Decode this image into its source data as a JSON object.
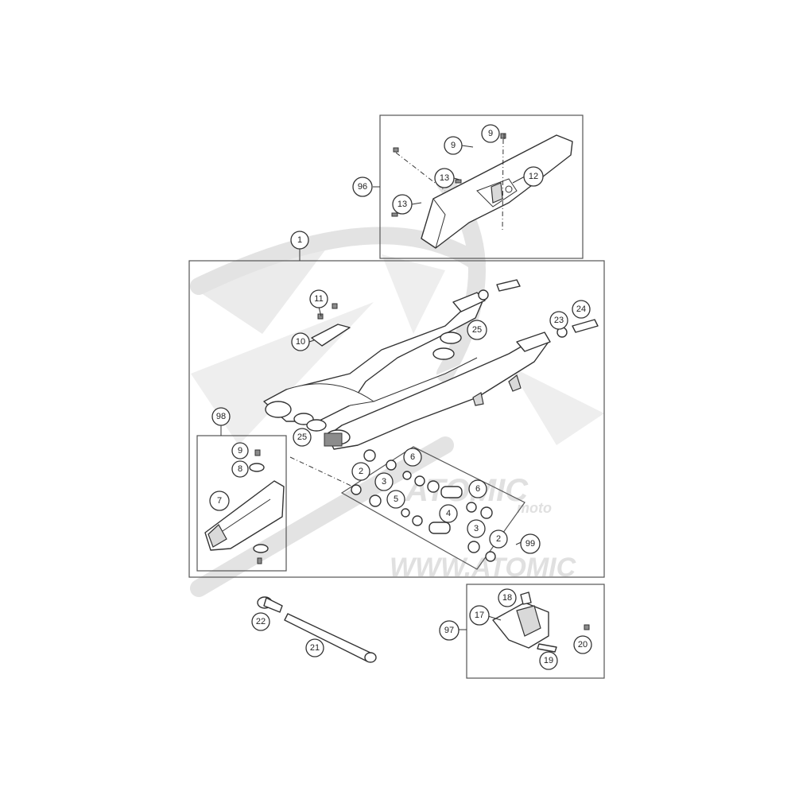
{
  "watermark": {
    "brand": "ATOMIC",
    "sub": "moto",
    "url": "WWW.ATOMIC"
  },
  "callouts": [
    {
      "id": "c-1",
      "label": "1"
    },
    {
      "id": "c-96",
      "label": "96"
    },
    {
      "id": "c-9a",
      "label": "9"
    },
    {
      "id": "c-9b",
      "label": "9"
    },
    {
      "id": "c-13a",
      "label": "13"
    },
    {
      "id": "c-13b",
      "label": "13"
    },
    {
      "id": "c-12",
      "label": "12"
    },
    {
      "id": "c-11",
      "label": "11"
    },
    {
      "id": "c-10",
      "label": "10"
    },
    {
      "id": "c-25a",
      "label": "25"
    },
    {
      "id": "c-25b",
      "label": "25"
    },
    {
      "id": "c-23",
      "label": "23"
    },
    {
      "id": "c-24",
      "label": "24"
    },
    {
      "id": "c-98",
      "label": "98"
    },
    {
      "id": "c-9c",
      "label": "9"
    },
    {
      "id": "c-8",
      "label": "8"
    },
    {
      "id": "c-7",
      "label": "7"
    },
    {
      "id": "c-2a",
      "label": "2"
    },
    {
      "id": "c-3a",
      "label": "3"
    },
    {
      "id": "c-6a",
      "label": "6"
    },
    {
      "id": "c-5",
      "label": "5"
    },
    {
      "id": "c-4",
      "label": "4"
    },
    {
      "id": "c-6b",
      "label": "6"
    },
    {
      "id": "c-3b",
      "label": "3"
    },
    {
      "id": "c-2b",
      "label": "2"
    },
    {
      "id": "c-99",
      "label": "99"
    },
    {
      "id": "c-22",
      "label": "22"
    },
    {
      "id": "c-21",
      "label": "21"
    },
    {
      "id": "c-18",
      "label": "18"
    },
    {
      "id": "c-17",
      "label": "17"
    },
    {
      "id": "c-97",
      "label": "97"
    },
    {
      "id": "c-19",
      "label": "19"
    },
    {
      "id": "c-20",
      "label": "20"
    }
  ]
}
